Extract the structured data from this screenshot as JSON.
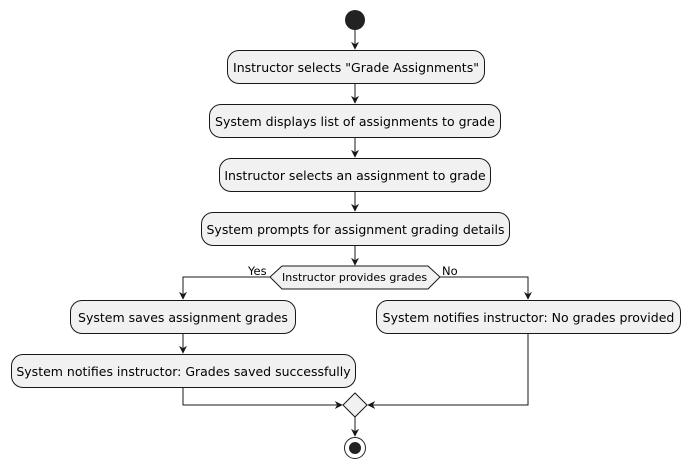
{
  "diagram": {
    "type": "activity",
    "steps": [
      "Instructor selects \"Grade Assignments\"",
      "System displays list of assignments to grade",
      "Instructor selects an assignment to grade",
      "System prompts for assignment grading details"
    ],
    "decision": {
      "question": "Instructor provides grades",
      "yes_label": "Yes",
      "no_label": "No"
    },
    "yes_branch": [
      "System saves assignment grades",
      "System notifies instructor: Grades saved successfully"
    ],
    "no_branch": [
      "System notifies instructor: No grades provided"
    ],
    "colors": {
      "node_fill": "#f1f1f1",
      "line": "#181818",
      "start_end": "#222222"
    }
  }
}
